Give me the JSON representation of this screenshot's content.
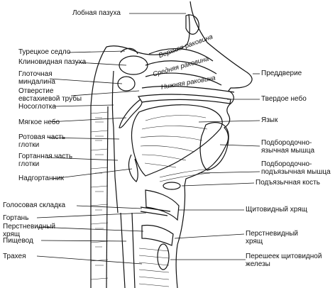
{
  "labels_left": [
    {
      "id": "frontal-sinus",
      "text": "Лобная пазуха"
    },
    {
      "id": "sella-turcica",
      "text": "Турецкое седло"
    },
    {
      "id": "sphenoid-sinus",
      "text": "Клиновидная пазуха"
    },
    {
      "id": "pharyngeal-tonsil",
      "text": "Глоточная миндалина"
    },
    {
      "id": "eustachian-opening",
      "text": "Отверстие евстахиевой трубы"
    },
    {
      "id": "nasopharynx",
      "text": "Носоглотка"
    },
    {
      "id": "soft-palate",
      "text": "Мягкое небо"
    },
    {
      "id": "oropharynx",
      "text": "Ротовая часть глотки"
    },
    {
      "id": "laryngopharynx",
      "text": "Гортанная часть глотки"
    },
    {
      "id": "epiglottis",
      "text": "Надгортанник"
    },
    {
      "id": "vocal-fold",
      "text": "Голосовая складка"
    },
    {
      "id": "larynx",
      "text": "Гортань"
    },
    {
      "id": "cricoid",
      "text": "Перстневидный хрящ"
    },
    {
      "id": "esophagus",
      "text": "Пищевод"
    },
    {
      "id": "trachea",
      "text": "Трахея"
    }
  ],
  "labels_right": [
    {
      "id": "vestibule",
      "text": "Преддверие"
    },
    {
      "id": "hard-palate",
      "text": "Твердое небо"
    },
    {
      "id": "tongue",
      "text": "Язык"
    },
    {
      "id": "genioglossus",
      "text": "Подбородочно-язычная мышца"
    },
    {
      "id": "geniohyoid",
      "text": "Подбородочно-подъязычная мышца"
    },
    {
      "id": "hyoid",
      "text": "Подъязычная кость"
    },
    {
      "id": "thyroid-cartilage",
      "text": "Щитовидный хрящ"
    },
    {
      "id": "cricoid-right",
      "text": "Перстневидный хрящ"
    },
    {
      "id": "thyroid-isthmus",
      "text": "Перешеек щитовидной железы"
    }
  ],
  "labels_conchae": [
    {
      "id": "superior-concha",
      "text": "Верхняя раковина"
    },
    {
      "id": "middle-concha",
      "text": "Средняя раковина"
    },
    {
      "id": "inferior-concha",
      "text": "Нижняя раковина"
    }
  ]
}
